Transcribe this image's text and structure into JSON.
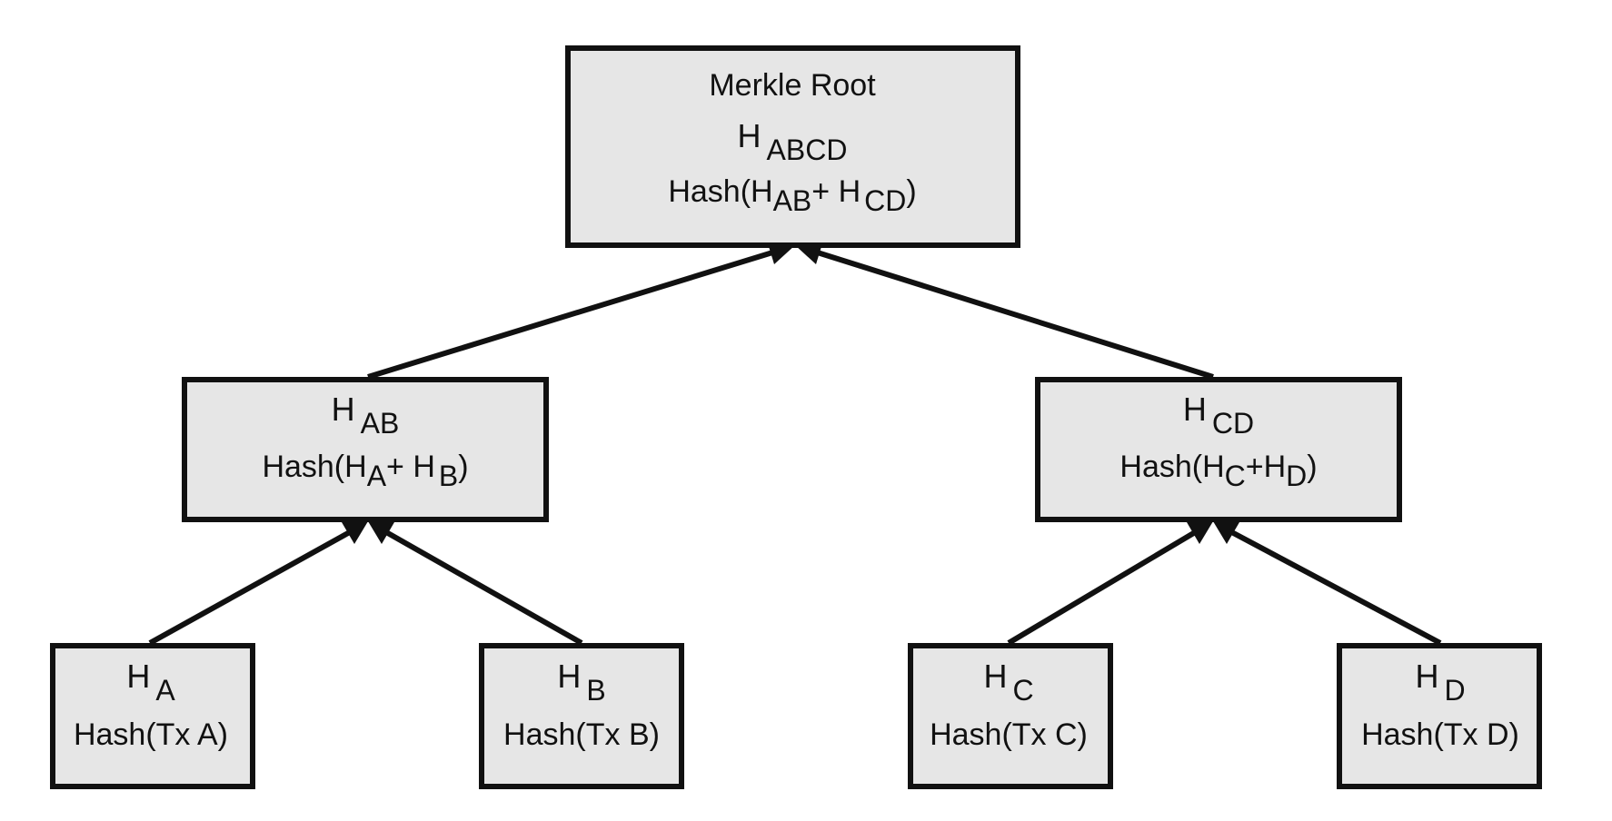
{
  "nodes": {
    "root": {
      "title": "Merkle Root",
      "h_main": "H",
      "h_sub": "ABCD",
      "hash_pre": "Hash(H",
      "hash_sub1": "AB",
      "hash_mid": "+ H",
      "hash_sub2": "CD",
      "hash_post": ")"
    },
    "ab": {
      "h_main": "H",
      "h_sub": "AB",
      "hash_pre": "Hash(H",
      "hash_sub1": "A",
      "hash_mid": "+ H",
      "hash_sub2": "B",
      "hash_post": ")"
    },
    "cd": {
      "h_main": "H",
      "h_sub": "CD",
      "hash_pre": "Hash(H",
      "hash_sub1": "C",
      "hash_mid": "+H",
      "hash_sub2": "D",
      "hash_post": ")"
    },
    "a": {
      "h_main": "H",
      "h_sub": "A",
      "hash": "Hash(Tx A)"
    },
    "b": {
      "h_main": "H",
      "h_sub": "B",
      "hash": "Hash(Tx B)"
    },
    "c": {
      "h_main": "H",
      "h_sub": "C",
      "hash": "Hash(Tx C)"
    },
    "d": {
      "h_main": "H",
      "h_sub": "D",
      "hash": "Hash(Tx D)"
    }
  },
  "colors": {
    "box_fill": "#e6e6e6",
    "stroke": "#111111",
    "background": "#ffffff"
  }
}
